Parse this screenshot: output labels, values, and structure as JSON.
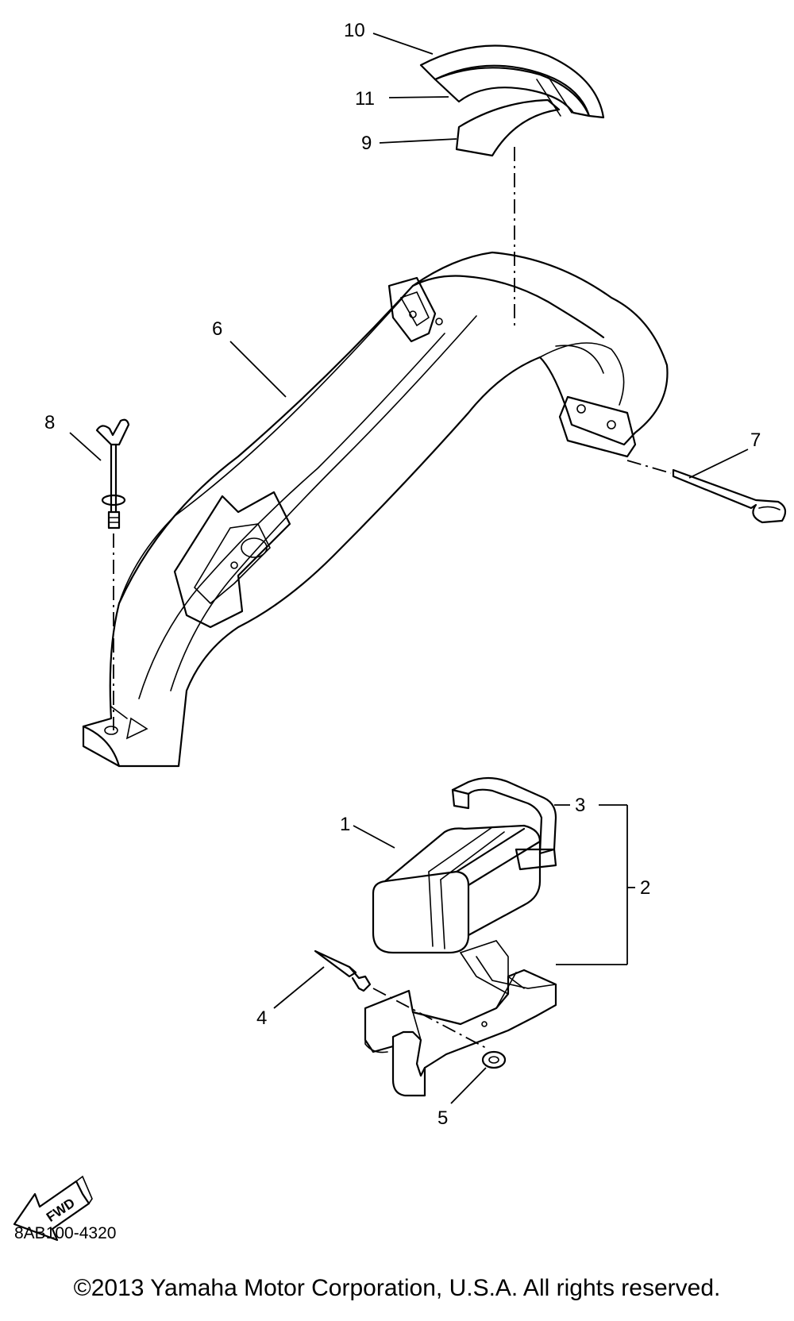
{
  "callouts": {
    "c1": "1",
    "c2": "2",
    "c3": "3",
    "c4": "4",
    "c5": "5",
    "c6": "6",
    "c7": "7",
    "c8": "8",
    "c9": "9",
    "c10": "10",
    "c11": "11"
  },
  "fwd_label": "FWD",
  "diagram_code": "8AB100-4320",
  "copyright": "©2013 Yamaha Motor Corporation, U.S.A. All rights reserved."
}
